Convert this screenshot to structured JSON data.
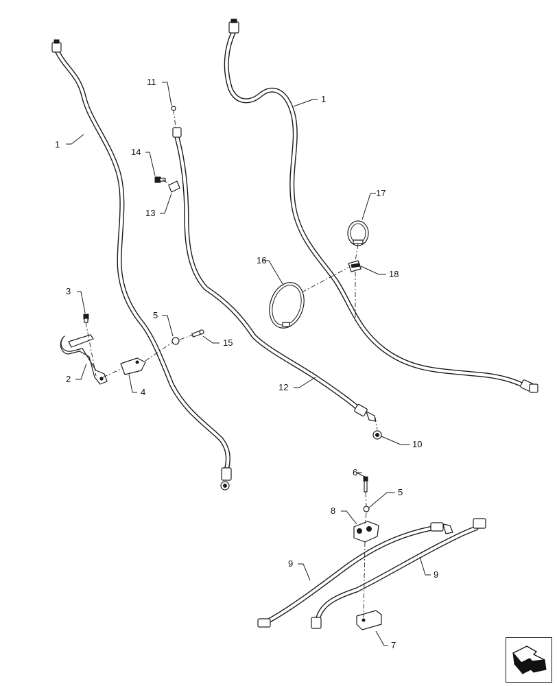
{
  "diagram": {
    "callouts": [
      {
        "id": "c1a",
        "label": "1"
      },
      {
        "id": "c1b",
        "label": "1"
      },
      {
        "id": "c2",
        "label": "2"
      },
      {
        "id": "c3",
        "label": "3"
      },
      {
        "id": "c4",
        "label": "4"
      },
      {
        "id": "c5a",
        "label": "5"
      },
      {
        "id": "c5b",
        "label": "5"
      },
      {
        "id": "c6",
        "label": "6"
      },
      {
        "id": "c7",
        "label": "7"
      },
      {
        "id": "c8",
        "label": "8"
      },
      {
        "id": "c9a",
        "label": "9"
      },
      {
        "id": "c9b",
        "label": "9"
      },
      {
        "id": "c10",
        "label": "10"
      },
      {
        "id": "c11",
        "label": "11"
      },
      {
        "id": "c12",
        "label": "12"
      },
      {
        "id": "c13",
        "label": "13"
      },
      {
        "id": "c14",
        "label": "14"
      },
      {
        "id": "c15",
        "label": "15"
      },
      {
        "id": "c16",
        "label": "16"
      },
      {
        "id": "c17",
        "label": "17"
      },
      {
        "id": "c18",
        "label": "18"
      }
    ]
  },
  "navigation": {
    "icon": "next-page-arrow-icon"
  }
}
